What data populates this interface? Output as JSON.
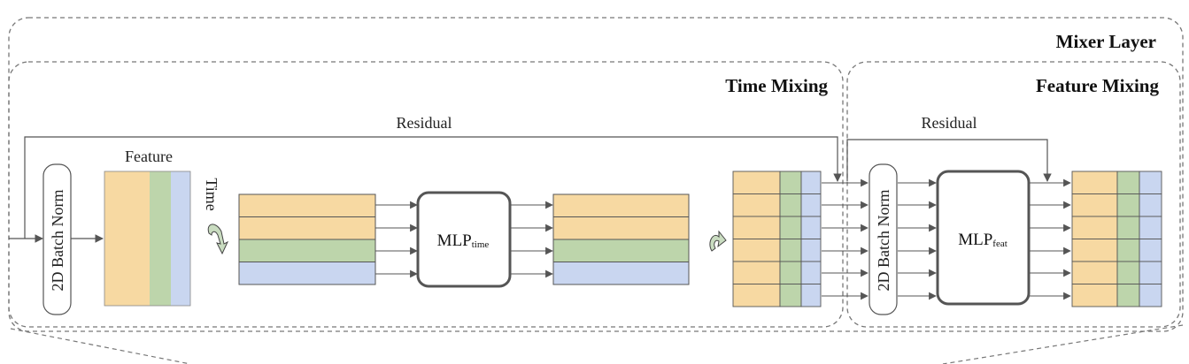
{
  "mixer_layer": {
    "title": "Mixer Layer"
  },
  "time_mixing": {
    "title": "Time Mixing",
    "residual_label": "Residual",
    "batch_norm_label": "2D Batch Norm",
    "feature_label": "Feature",
    "time_label": "Time",
    "mlp_label": {
      "base": "MLP",
      "sub": "time"
    }
  },
  "feature_mixing": {
    "title": "Feature Mixing",
    "residual_label": "Residual",
    "batch_norm_label": "2D Batch Norm",
    "mlp_label": {
      "base": "MLP",
      "sub": "feat"
    }
  },
  "colors": {
    "orange": "#f7d9a2",
    "green": "#bdd5ab",
    "blue": "#c9d6f0",
    "line": "#555555",
    "dash": "#777777"
  }
}
